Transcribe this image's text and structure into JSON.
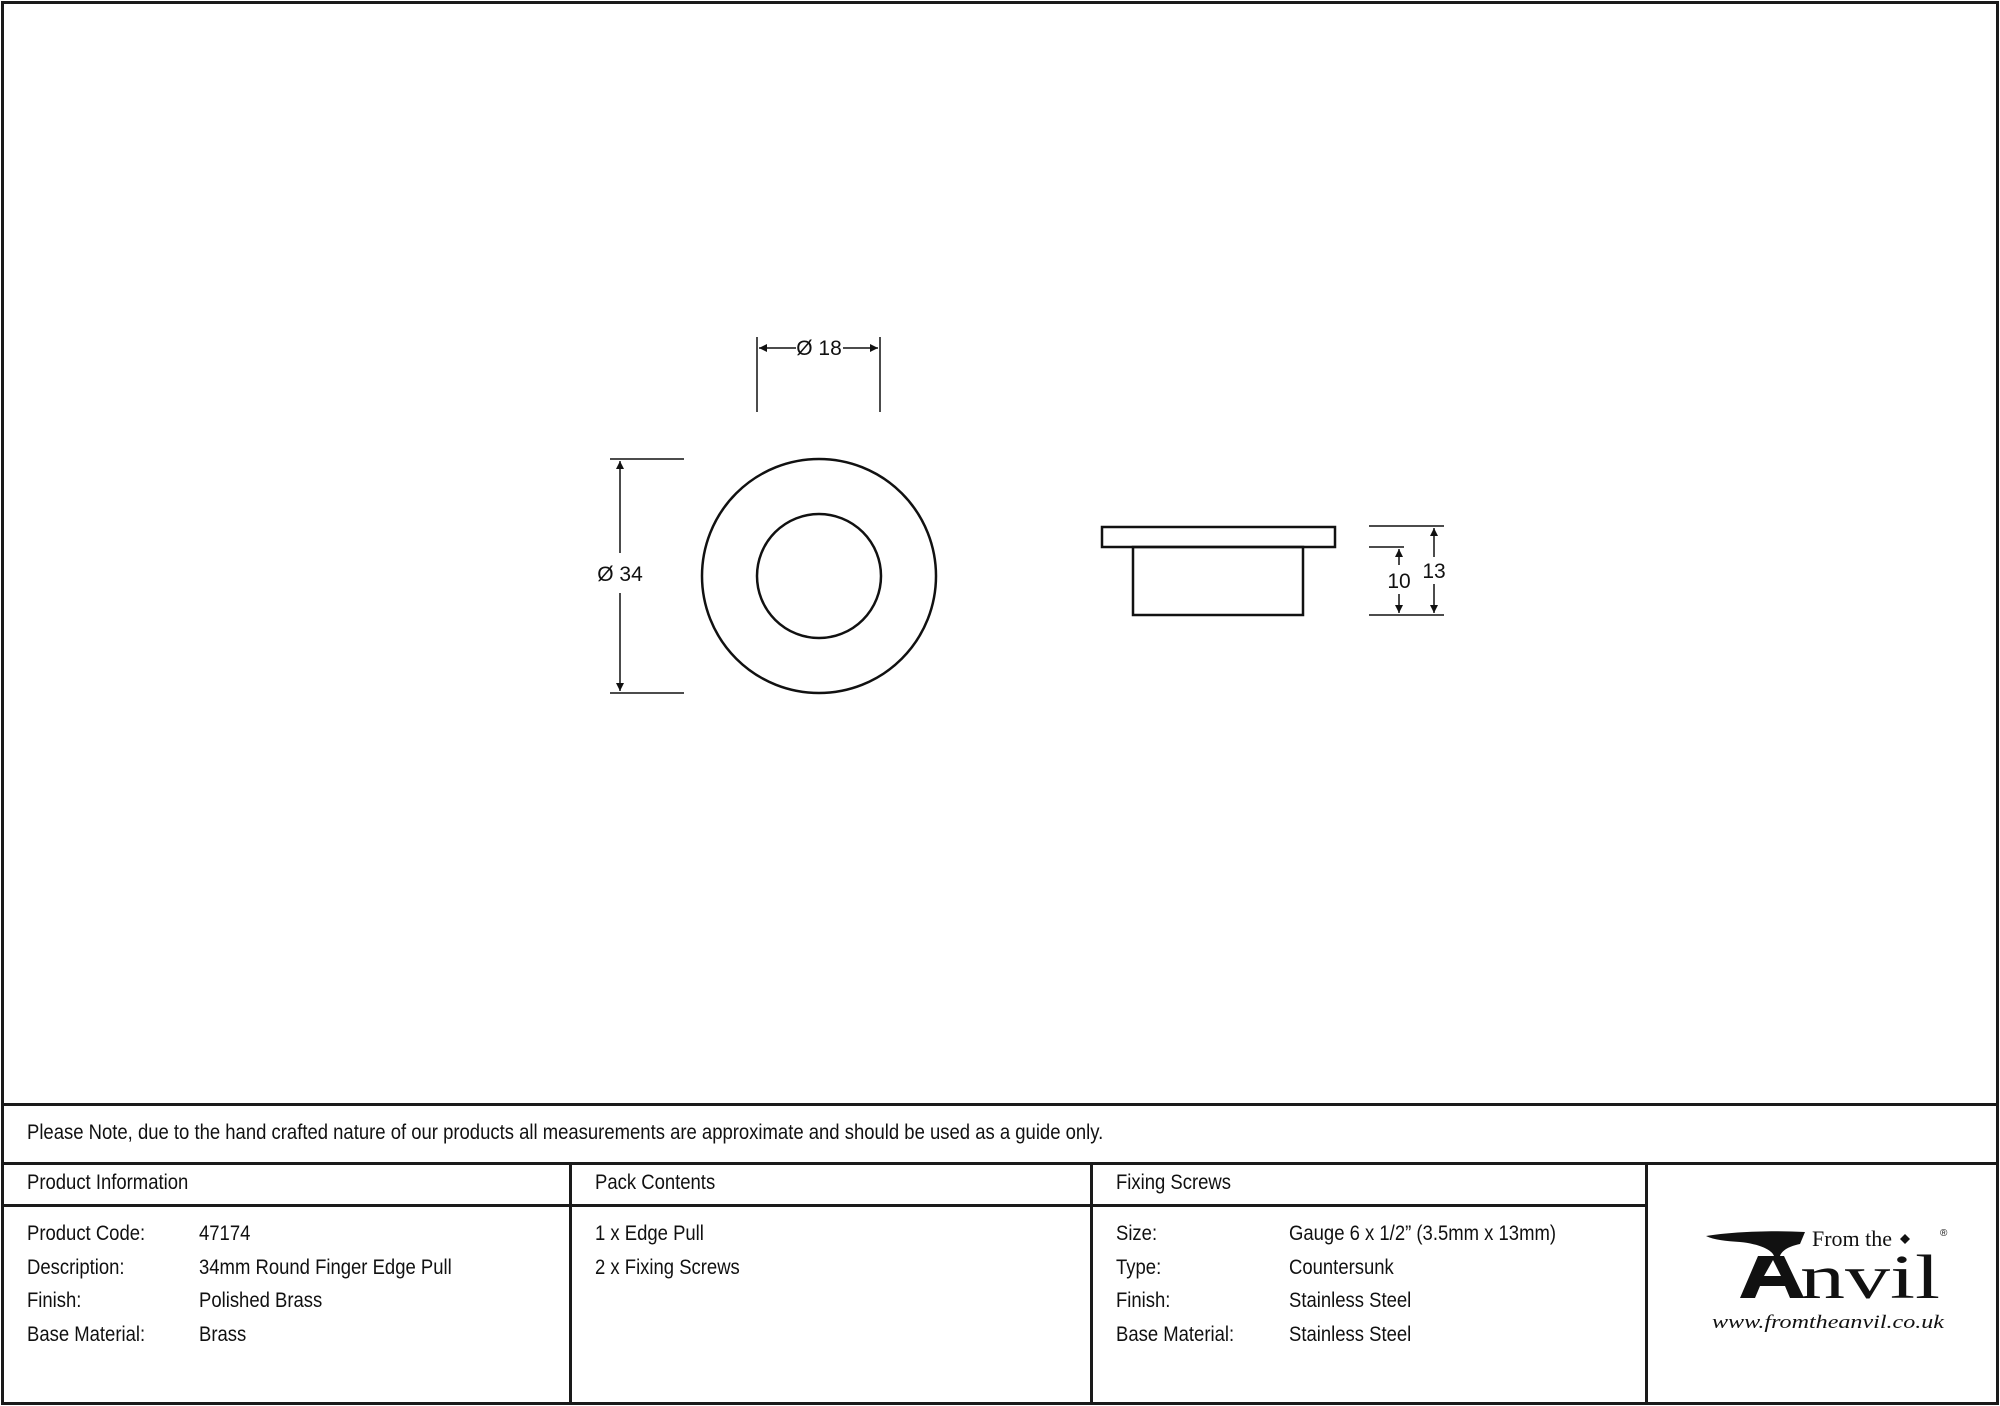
{
  "drawing": {
    "front_view": {
      "outer_diameter_label": "Ø 34",
      "inner_diameter_label": "Ø 18"
    },
    "side_view": {
      "total_height_label": "13",
      "body_height_label": "10"
    }
  },
  "note": "Please Note, due to the hand crafted nature of our products all measurements are approximate and should be used as a guide only.",
  "product_information": {
    "header": "Product Information",
    "rows": [
      {
        "label": "Product Code:",
        "value": "47174"
      },
      {
        "label": "Description:",
        "value": "34mm Round Finger Edge Pull"
      },
      {
        "label": "Finish:",
        "value": "Polished Brass"
      },
      {
        "label": "Base Material:",
        "value": "Brass"
      }
    ]
  },
  "pack_contents": {
    "header": "Pack Contents",
    "items": [
      "1 x Edge Pull",
      "2 x Fixing Screws"
    ]
  },
  "fixing_screws": {
    "header": "Fixing Screws",
    "rows": [
      {
        "label": "Size:",
        "value": "Gauge 6 x 1/2” (3.5mm x 13mm)"
      },
      {
        "label": "Type:",
        "value": "Countersunk"
      },
      {
        "label": "Finish:",
        "value": "Stainless Steel"
      },
      {
        "label": "Base Material:",
        "value": "Stainless Steel"
      }
    ]
  },
  "logo": {
    "tagline": "From the",
    "brand": "Anvil",
    "url": "www.fromtheanvil.co.uk",
    "registered": "®"
  },
  "colors": {
    "line": "#1a1a1a",
    "text": "#111111",
    "background": "#ffffff"
  }
}
